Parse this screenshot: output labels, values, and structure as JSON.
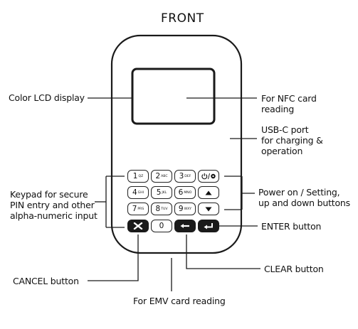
{
  "title": "FRONT",
  "labels": {
    "lcd": "Color LCD display",
    "nfc": "For NFC card\nreading",
    "usb": "USB-C port\nfor charging &\noperation",
    "keypad": "Keypad for secure\nPIN entry and other\nalpha-numeric input",
    "power": "Power on / Setting,\nup and down buttons",
    "enter": "ENTER button",
    "cancel": "CANCEL button",
    "clear": "CLEAR button",
    "emv": "For EMV card reading"
  },
  "keys": {
    "k1": {
      "digit": "1",
      "sub": "QZ"
    },
    "k2": {
      "digit": "2",
      "sub": "ABC"
    },
    "k3": {
      "digit": "3",
      "sub": "DEF"
    },
    "k4": {
      "digit": "4",
      "sub": "GHI"
    },
    "k5": {
      "digit": "5",
      "sub": "JKL"
    },
    "k6": {
      "digit": "6",
      "sub": "MNO"
    },
    "k7": {
      "digit": "7",
      "sub": "PRS"
    },
    "k8": {
      "digit": "8",
      "sub": "TUV"
    },
    "k9": {
      "digit": "9",
      "sub": "WXY"
    },
    "k0": {
      "digit": "0"
    }
  },
  "icons": [
    "power-settings-icon",
    "up-arrow-icon",
    "down-arrow-icon",
    "cancel-x-icon",
    "clear-backspace-icon",
    "enter-icon"
  ]
}
